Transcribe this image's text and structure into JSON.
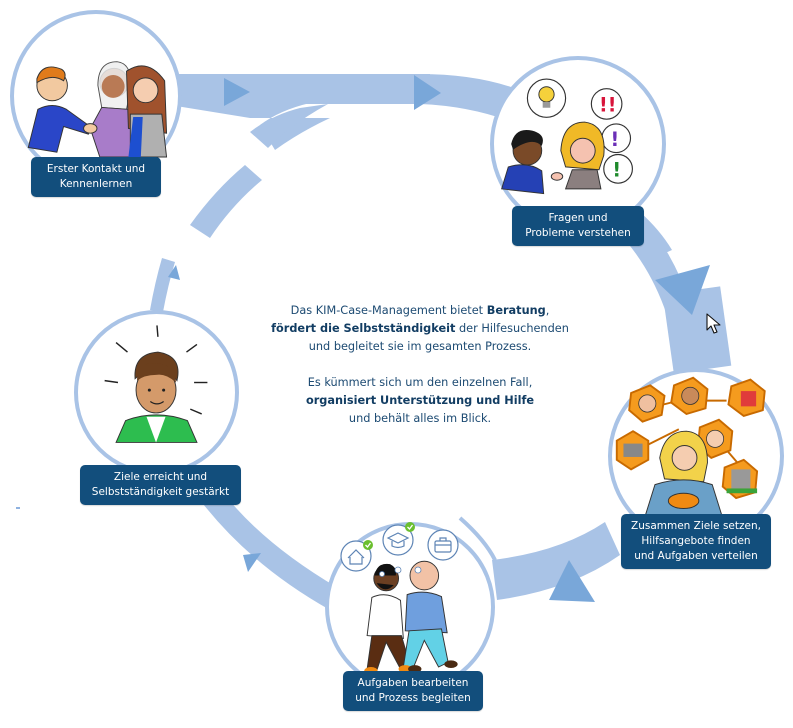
{
  "diagram": {
    "type": "process-cycle",
    "colors": {
      "ring": "#a9c3e6",
      "arrow": "#79a7d9",
      "label_bg": "#124e7c",
      "label_text": "#ffffff",
      "center_text": "#1c4a72"
    },
    "steps": [
      {
        "id": "erster-kontakt",
        "lines": [
          "Erster Kontakt und",
          "Kennenlernen"
        ],
        "illustration": "handshake-icon"
      },
      {
        "id": "fragen-probleme",
        "lines": [
          "Fragen und",
          "Probleme verstehen"
        ],
        "illustration": "conversation-ideas-icon"
      },
      {
        "id": "ziele-setzen",
        "lines": [
          "Zusammen Ziele setzen,",
          "Hilfsangebote finden",
          "und Aufgaben verteilen"
        ],
        "illustration": "network-connect-icon"
      },
      {
        "id": "aufgaben-bearbeiten",
        "lines": [
          "Aufgaben bearbeiten",
          "und Prozess begleiten"
        ],
        "illustration": "walking-together-icon"
      },
      {
        "id": "ziele-erreicht",
        "lines": [
          "Ziele erreicht und",
          "Selbstständigkeit gestärkt"
        ],
        "illustration": "happy-person-icon"
      }
    ],
    "center": {
      "p1": {
        "a": "Das KIM-Case-Management bietet ",
        "b_bold": "Beratung",
        "c": ",",
        "d_bold": "fördert die Selbstständigkeit",
        "e": " der Hilfesuchenden",
        "f": "und begleitet sie im gesamten Prozess."
      },
      "p2": {
        "a": "Es kümmert sich um den einzelnen Fall,",
        "b_bold": "organisiert Unterstützung und Hilfe",
        "c": "und behält alles im Blick."
      }
    },
    "thought_icons": [
      "house-icon",
      "graduation-cap-icon",
      "briefcase-icon"
    ],
    "thought_checks": [
      "check-icon",
      "check-icon"
    ]
  },
  "cursor": {
    "icon": "mouse-pointer-icon"
  }
}
